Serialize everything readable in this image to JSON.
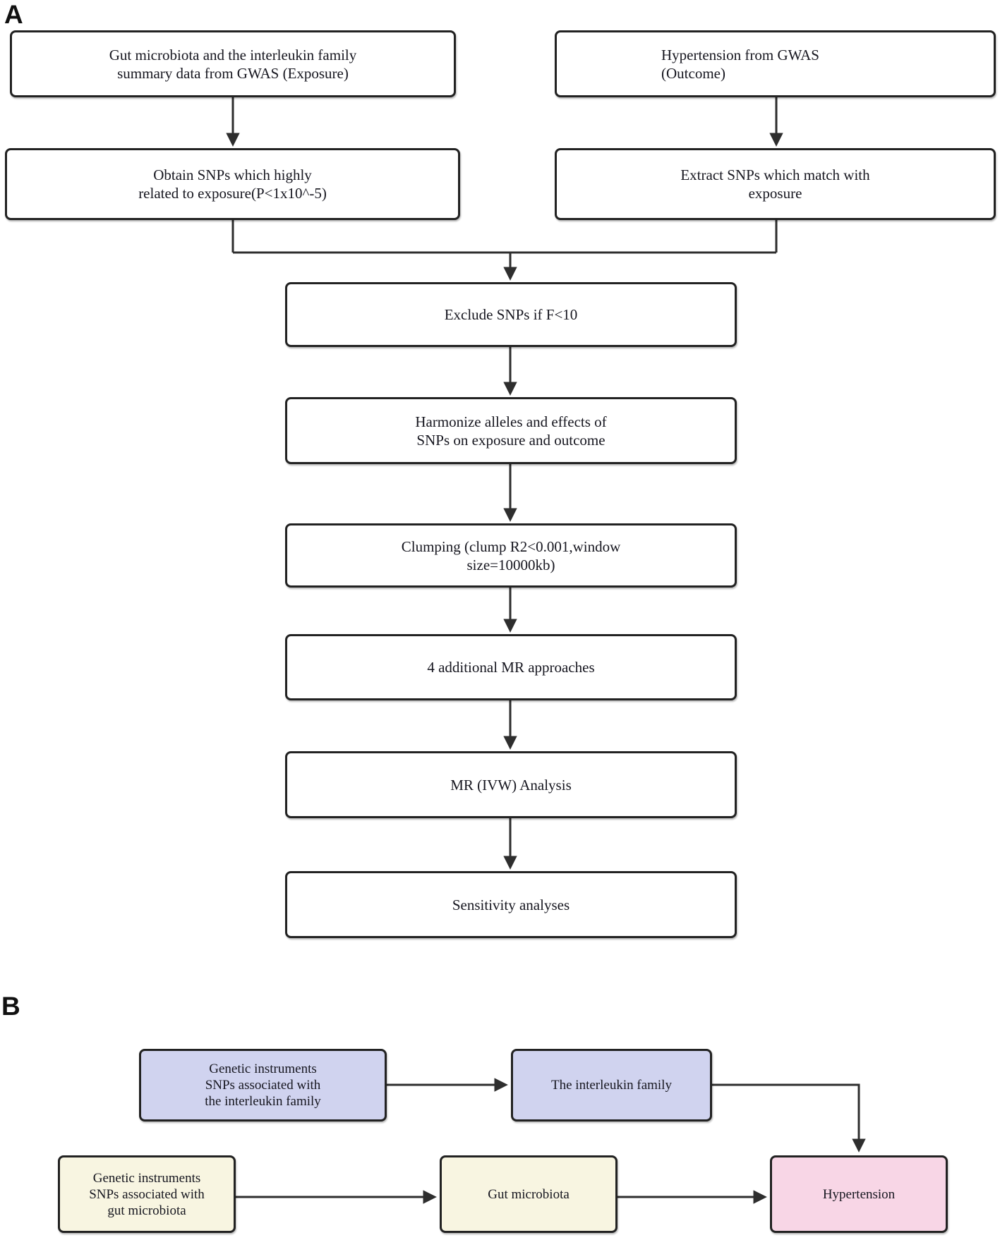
{
  "colors": {
    "box_border": "#222222",
    "arrow": "#2e2e2e",
    "text": "#16161f",
    "white_fill": "#ffffff",
    "lavender_fill": "#d0d3ef",
    "cream_fill": "#f8f5e1",
    "pink_fill": "#f8d6e6"
  },
  "panel_a": {
    "label": "A",
    "boxes": {
      "exposure_source": {
        "lines": [
          "Gut microbiota and the interleukin family",
          "summary data from GWAS (Exposure)"
        ]
      },
      "outcome_source": {
        "lines": [
          "Hypertension from GWAS",
          "(Outcome)"
        ]
      },
      "obtain_snps": {
        "lines": [
          "Obtain SNPs which highly",
          "related to exposure(P<1x10^-5)"
        ]
      },
      "extract_snps": {
        "lines": [
          "Extract SNPs which match with",
          "exposure"
        ]
      },
      "exclude_snps": {
        "lines": [
          "Exclude SNPs if F<10"
        ]
      },
      "harmonize": {
        "lines": [
          "Harmonize alleles and effects of",
          "SNPs on exposure and outcome"
        ]
      },
      "clumping": {
        "lines": [
          "Clumping (clump R2<0.001,window",
          "size=10000kb)"
        ]
      },
      "mr_approaches": {
        "lines": [
          "4 additional MR approaches"
        ]
      },
      "mr_ivw": {
        "lines": [
          "MR (IVW) Analysis"
        ]
      },
      "sensitivity": {
        "lines": [
          "Sensitivity analyses"
        ]
      }
    }
  },
  "panel_b": {
    "label": "B",
    "boxes": {
      "gi_interleukin": {
        "lines": [
          "Genetic instruments",
          "SNPs associated with",
          "the interleukin family"
        ]
      },
      "interleukin_family": {
        "lines": [
          "The interleukin family"
        ]
      },
      "gi_gut": {
        "lines": [
          "Genetic instruments",
          "SNPs associated with",
          "gut microbiota"
        ]
      },
      "gut_microbiota": {
        "lines": [
          "Gut microbiota"
        ]
      },
      "hypertension": {
        "lines": [
          "Hypertension"
        ]
      }
    }
  }
}
